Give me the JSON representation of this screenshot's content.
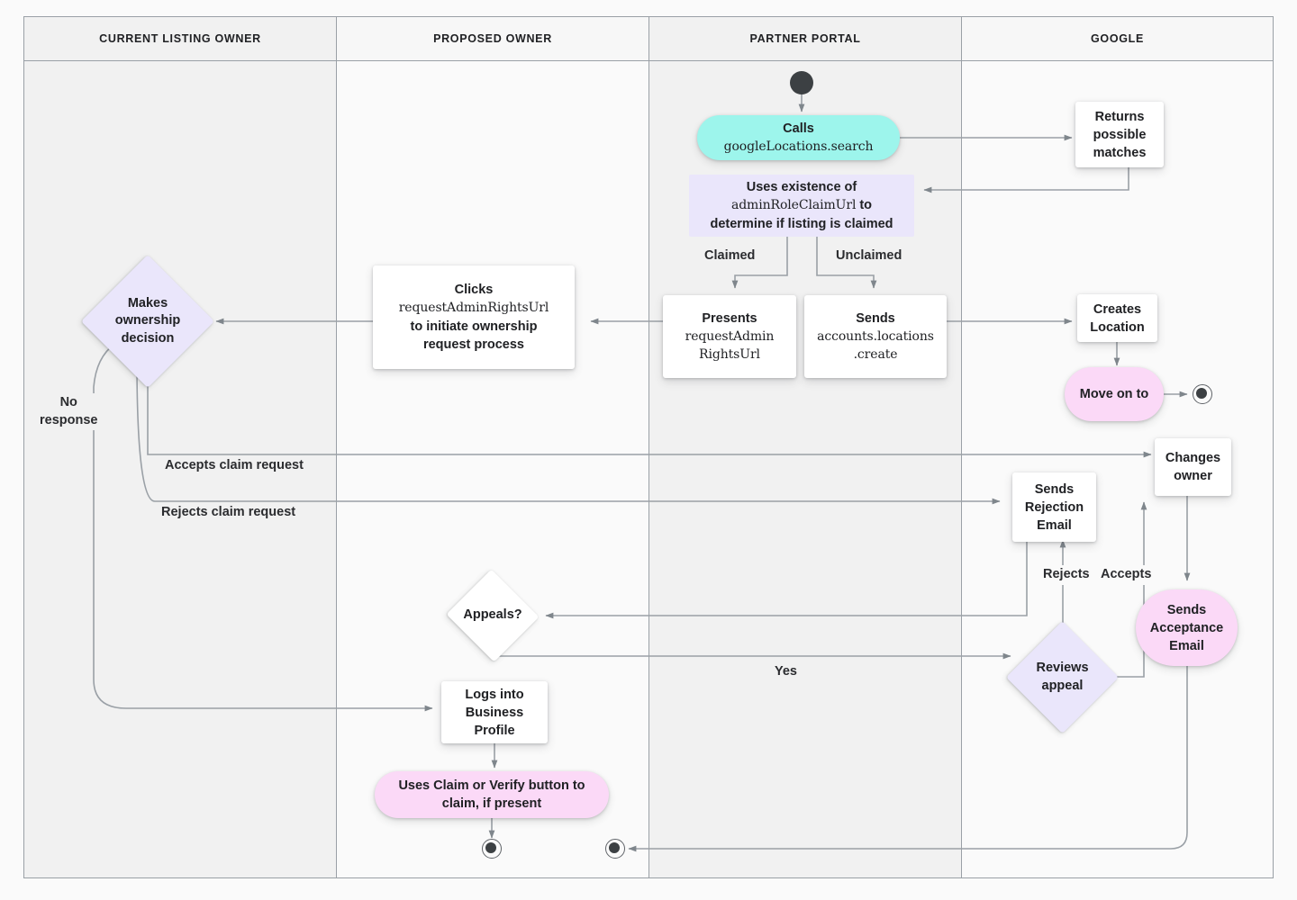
{
  "diagram": {
    "title": "Google Business Profile listing ownership transfer flow",
    "colors": {
      "cyan": "#9df5ec",
      "pink": "#fbd9f7",
      "lavender": "#eae6fb",
      "white": "#ffffff",
      "edge": "#9aa0a6",
      "text": "#202124",
      "lane_shade": "#f1f1f1",
      "lane_light": "#fafafa"
    },
    "lanes": [
      {
        "label": "CURRENT LISTING OWNER",
        "shade": "shade"
      },
      {
        "label": "PROPOSED OWNER",
        "shade": "light"
      },
      {
        "label": "PARTNER PORTAL",
        "shade": "shade"
      },
      {
        "label": "GOOGLE",
        "shade": "light"
      }
    ],
    "nodes": {
      "start": {
        "name": "start-node",
        "lane": "PARTNER PORTAL"
      },
      "calls_search": {
        "line1": "Calls",
        "line2": "googleLocations.search",
        "shape": "pill",
        "color": "cyan",
        "lane": "PARTNER PORTAL"
      },
      "returns_matches": {
        "text": "Returns\npossible\nmatches",
        "shape": "rect",
        "color": "white",
        "lane": "GOOGLE"
      },
      "uses_existence": {
        "line1": "Uses existence of",
        "line2": "adminRoleClaimUrl",
        "line2_suffix": " to",
        "line3": "determine if listing is claimed",
        "shape": "box",
        "color": "lavender",
        "lane": "PARTNER PORTAL"
      },
      "presents_url": {
        "line1": "Presents",
        "line2": "requestAdmin",
        "line3": "RightsUrl",
        "shape": "rect",
        "color": "white",
        "lane": "PARTNER PORTAL"
      },
      "sends_create": {
        "line1": "Sends",
        "line2": "accounts.locations",
        "line3": ".create",
        "shape": "rect",
        "color": "white",
        "lane": "PARTNER PORTAL"
      },
      "clicks_url": {
        "line1": "Clicks",
        "line2": "requestAdminRightsUrl",
        "line3": "to initiate ownership",
        "line4": "request process",
        "shape": "rect",
        "color": "white",
        "lane": "PROPOSED OWNER"
      },
      "makes_decision": {
        "text": "Makes\nownership\ndecision",
        "shape": "diamond",
        "color": "lavender",
        "lane": "CURRENT LISTING OWNER"
      },
      "creates_location": {
        "text": "Creates\nLocation",
        "shape": "rect",
        "color": "white",
        "lane": "GOOGLE"
      },
      "move_on_to": {
        "text": "Move on to",
        "shape": "pill",
        "color": "pink",
        "lane": "GOOGLE"
      },
      "end_move_on": {
        "name": "end-node-move-on-to",
        "lane": "GOOGLE"
      },
      "changes_owner": {
        "text": "Changes\nowner",
        "shape": "rect",
        "color": "white",
        "lane": "GOOGLE"
      },
      "sends_rejection": {
        "text": "Sends\nRejection\nEmail",
        "shape": "rect",
        "color": "white",
        "lane": "GOOGLE"
      },
      "sends_acceptance": {
        "text": "Sends\nAcceptance\nEmail",
        "shape": "pill",
        "color": "pink",
        "lane": "GOOGLE"
      },
      "reviews_appeal": {
        "text": "Reviews\nappeal",
        "shape": "diamond",
        "color": "lavender",
        "lane": "GOOGLE"
      },
      "appeals": {
        "text": "Appeals?",
        "shape": "diamond",
        "color": "white",
        "lane": "PROPOSED OWNER"
      },
      "logs_in": {
        "text": "Logs into\nBusiness\nProfile",
        "shape": "rect",
        "color": "white",
        "lane": "PROPOSED OWNER"
      },
      "uses_claim": {
        "line1": "Uses Claim or Verify button to",
        "line2": "claim, if present",
        "shape": "pill",
        "color": "pink",
        "lane": "PROPOSED OWNER"
      },
      "end_claim": {
        "name": "end-node-claim",
        "lane": "PROPOSED OWNER"
      },
      "end_acceptance": {
        "name": "end-node-acceptance",
        "lane": "PROPOSED OWNER"
      }
    },
    "edge_labels": {
      "claimed": "Claimed",
      "unclaimed": "Unclaimed",
      "no_response": "No\nresponse",
      "accepts_claim": "Accepts claim request",
      "rejects_claim": "Rejects claim request",
      "rejects": "Rejects",
      "accepts": "Accepts",
      "yes": "Yes"
    }
  }
}
